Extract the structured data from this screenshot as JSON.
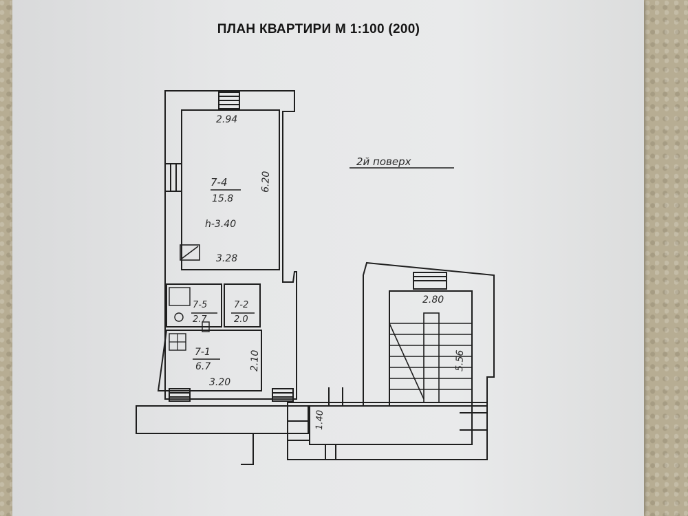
{
  "title": "ПЛАН КВАРТИРИ М 1:100 (200)",
  "floor_label": "2й поверх",
  "rooms": [
    {
      "id": "7-4",
      "area": "15.8"
    },
    {
      "id": "7-5",
      "area": "2.7"
    },
    {
      "id": "7-2",
      "area": "2.0"
    },
    {
      "id": "7-1",
      "area": "6.7"
    }
  ],
  "dimensions": {
    "room4_width": "2.94",
    "room4_length": "6.20",
    "room4_height": "h-3.40",
    "room4_bottom_width": "3.28",
    "room1_width": "3.20",
    "room1_length": "2.10",
    "stair_width": "2.80",
    "stair_length": "5.56",
    "corridor_width": "1.40"
  }
}
